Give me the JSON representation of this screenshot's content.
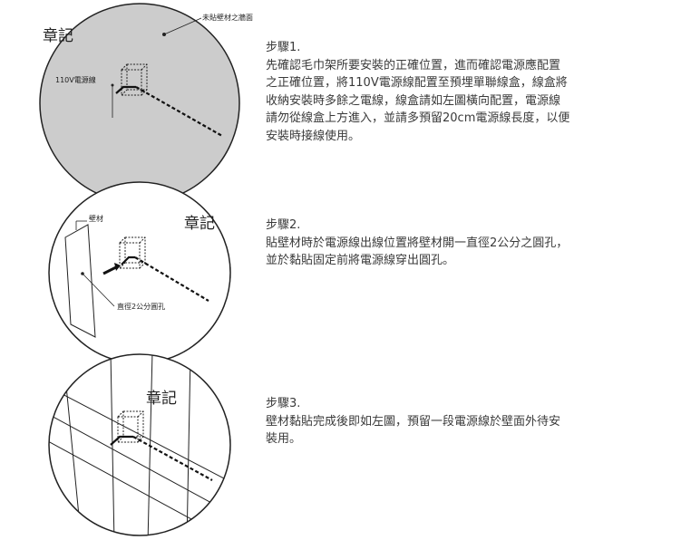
{
  "steps": [
    {
      "title": "步驟1.",
      "lines": [
        "先確認毛巾架所要安裝的正確位置，進而確認電源應配置",
        "之正確位置，將110V電源線配置至預埋單聯線盒，線盒將",
        "收納安裝時多餘之電線，線盒請如左圖橫向配置，電源線",
        "請勿從線盒上方進入，並請多預留20cm電源線長度，以便",
        "安裝時接線使用。"
      ]
    },
    {
      "title": "步驟2.",
      "lines": [
        "貼壁材時於電源線出線位置將壁材開一直徑2公分之圓孔，",
        "並於黏貼固定前將電源線穿出圓孔。"
      ]
    },
    {
      "title": "步驟3.",
      "lines": [
        "壁材黏貼完成後即如左圖，預留一段電源線於壁面外待安",
        "裝用。"
      ]
    }
  ],
  "diagram_labels": {
    "unpasted_wall": "未貼壁材之牆面",
    "cable_110v": "110V電源線",
    "wall_material": "壁材",
    "hole_2cm": "直徑2公分圓孔"
  },
  "stamps": [
    "章記",
    "章記",
    "章記"
  ]
}
